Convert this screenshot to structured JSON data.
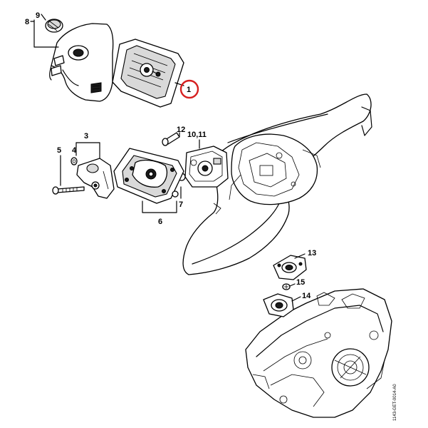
{
  "diagram": {
    "callouts": [
      "1",
      "3",
      "4",
      "5",
      "6",
      "7",
      "8",
      "9",
      "10,11",
      "12",
      "13",
      "14",
      "15"
    ],
    "highlighted_callout": "1",
    "highlight_color": "#d62020",
    "drawing_code": "1143-GET-0014-A0"
  }
}
